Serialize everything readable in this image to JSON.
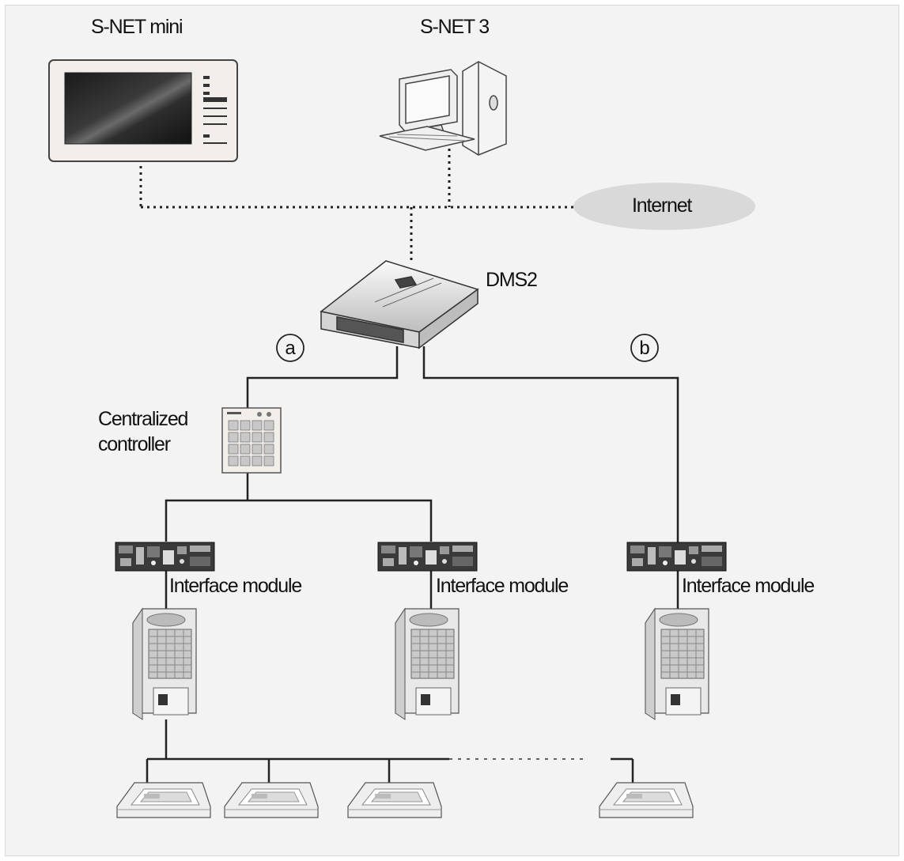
{
  "labels": {
    "snet_mini": "S-NET mini",
    "snet3": "S-NET 3",
    "internet": "Internet",
    "dms2": "DMS2",
    "branch_a": "a",
    "branch_b": "b",
    "centralized_controller_line1": "Centralized",
    "centralized_controller_line2": "controller",
    "interface_module_1": "Interface module",
    "interface_module_2": "Interface module",
    "interface_module_3": "Interface module"
  },
  "colors": {
    "background": "#f3f3f3",
    "line": "#222222",
    "internet_cloud": "#d9d9d9"
  },
  "icons": {
    "snet_mini": "touch-panel-icon",
    "snet3": "desktop-computer-icon",
    "dms2": "dms2-controller-icon",
    "centralized_controller": "keypad-controller-icon",
    "interface_module": "circuit-board-icon",
    "outdoor_unit": "outdoor-unit-icon",
    "indoor_unit": "ceiling-cassette-icon"
  }
}
